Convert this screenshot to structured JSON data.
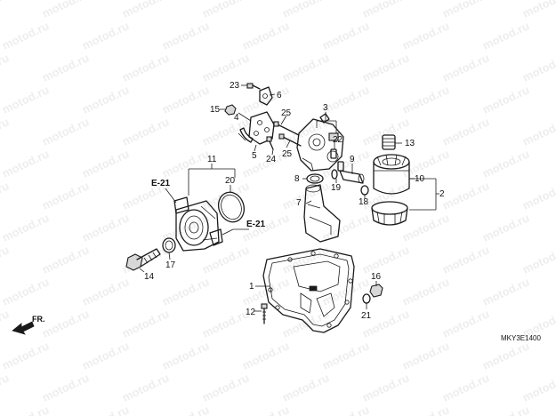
{
  "watermark": "motod.ru",
  "diagram_code": "MKY3E1400",
  "direction_label": "FR.",
  "references": {
    "e21_top": "E-21",
    "e21_right": "E-21"
  },
  "callouts": {
    "c1": "1",
    "c2": "2",
    "c3": "3",
    "c4": "4",
    "c5": "5",
    "c6": "6",
    "c7": "7",
    "c8": "8",
    "c9": "9",
    "c10": "10",
    "c11": "11",
    "c12": "12",
    "c13": "13",
    "c14": "14",
    "c15": "15",
    "c16": "16",
    "c17": "17",
    "c18": "18",
    "c19": "19",
    "c20": "20",
    "c21": "21",
    "c22": "22",
    "c23": "23",
    "c24": "24",
    "c25a": "25",
    "c25b": "25"
  }
}
